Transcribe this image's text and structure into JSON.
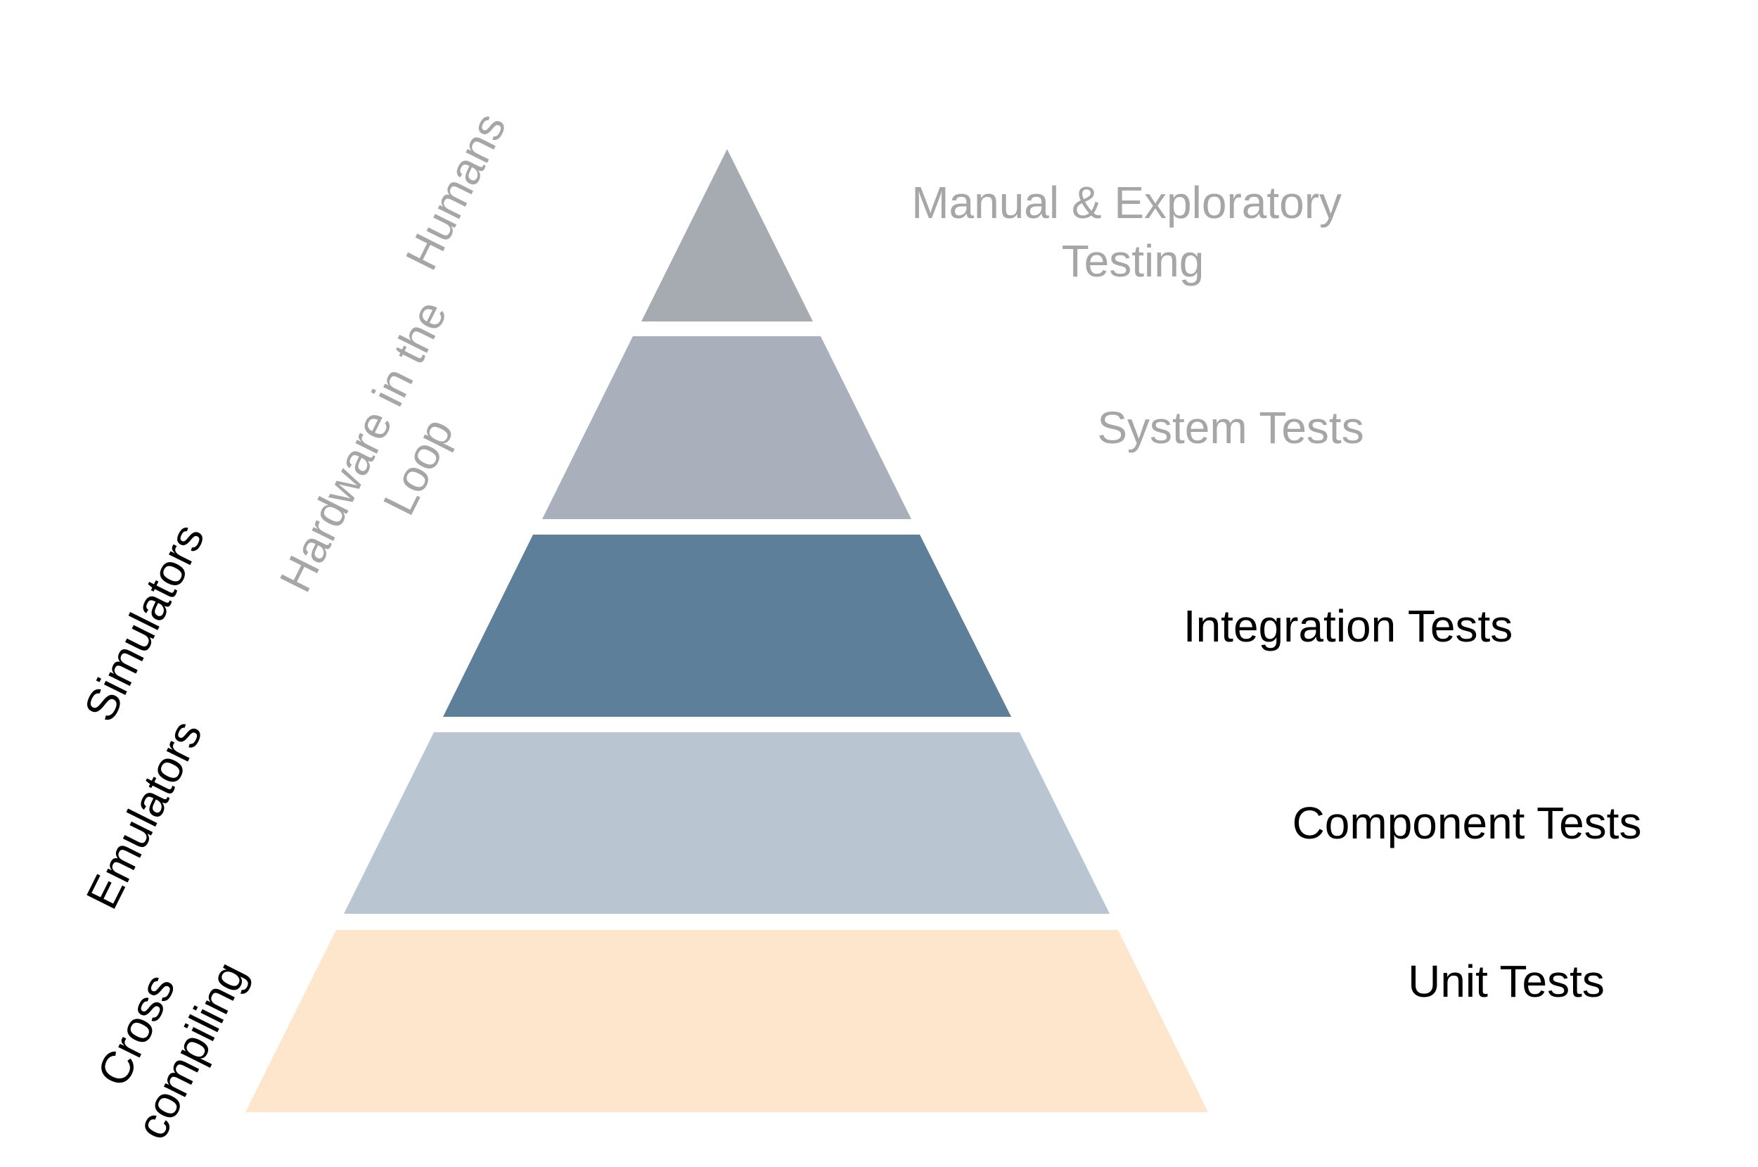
{
  "pyramid": {
    "levels": [
      {
        "label_lines": [
          "Manual & Exploratory",
          "Testing"
        ],
        "fill": "#a6abb2",
        "text_color": "#a6a6a6"
      },
      {
        "label_lines": [
          "System Tests"
        ],
        "fill": "#a9b0bb",
        "text_color": "#a6a6a6"
      },
      {
        "label_lines": [
          "Integration Tests"
        ],
        "fill": "#5e7f99",
        "text_color": "#000000"
      },
      {
        "label_lines": [
          "Component Tests"
        ],
        "fill": "#b9c6d1",
        "text_color": "#000000"
      },
      {
        "label_lines": [
          "Unit Tests"
        ],
        "fill": "#fde6cc",
        "text_color": "#000000"
      }
    ]
  },
  "environments": [
    {
      "lines": [
        "Humans"
      ],
      "color": "#a6a6a6"
    },
    {
      "lines": [
        "Hardware in the",
        "Loop"
      ],
      "color": "#a6a6a6"
    },
    {
      "lines": [
        "Simulators"
      ],
      "color": "#000000"
    },
    {
      "lines": [
        "Emulators"
      ],
      "color": "#000000"
    },
    {
      "lines": [
        "Cross",
        "compiling"
      ],
      "color": "#000000"
    }
  ]
}
